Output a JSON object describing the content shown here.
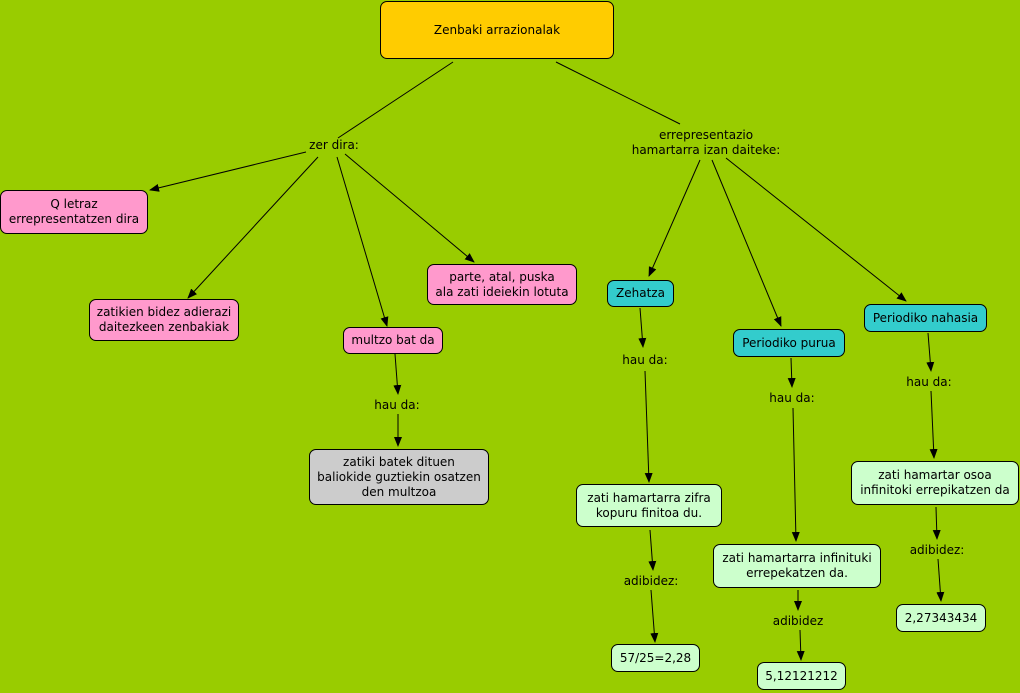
{
  "colors": {
    "background": "#99cc00",
    "root": "#ffcc00",
    "pink": "#ff99cc",
    "gray": "#cccccc",
    "teal": "#33cccc",
    "mint": "#ccffcc"
  },
  "root": {
    "text": "Zenbaki arrazionalak"
  },
  "links": {
    "zer_dira": "zer dira:",
    "errepresentazio": "errepresentazio\nhamartarra izan daiteke:",
    "hau_da_multzo": "hau da:",
    "hau_da_zehatza": "hau da:",
    "hau_da_purua": "hau da:",
    "hau_da_nahasia": "hau da:",
    "adibidez_zehatza": "adibidez:",
    "adibidez_purua": "adibidez",
    "adibidez_nahasia": "adibidez:"
  },
  "concepts": {
    "q_letraz": "Q letraz\nerrepresentatzen dira",
    "zatikien": "zatikien bidez adierazi\ndaitezkeen zenbakiak",
    "multzo": "multzo bat da",
    "parte": "parte, atal, puska\nala zati ideiekin lotuta",
    "zatiki_batek": "zatiki batek dituen\nbaliokide guztiekin osatzen\nden multzoa",
    "zehatza": "Zehatza",
    "purua": "Periodiko purua",
    "nahasia": "Periodiko nahasia",
    "zifra_finitoa": "zati hamartarra zifra\nkopuru finitoa du.",
    "infinituki": "zati hamartarra infinituki\nerrepekatzen da.",
    "osoa": "zati hamartar osoa\ninfinitoki errepikatzen da",
    "ex_zehatza": "57/25=2,28",
    "ex_purua": "5,12121212",
    "ex_nahasia": "2,27343434"
  }
}
